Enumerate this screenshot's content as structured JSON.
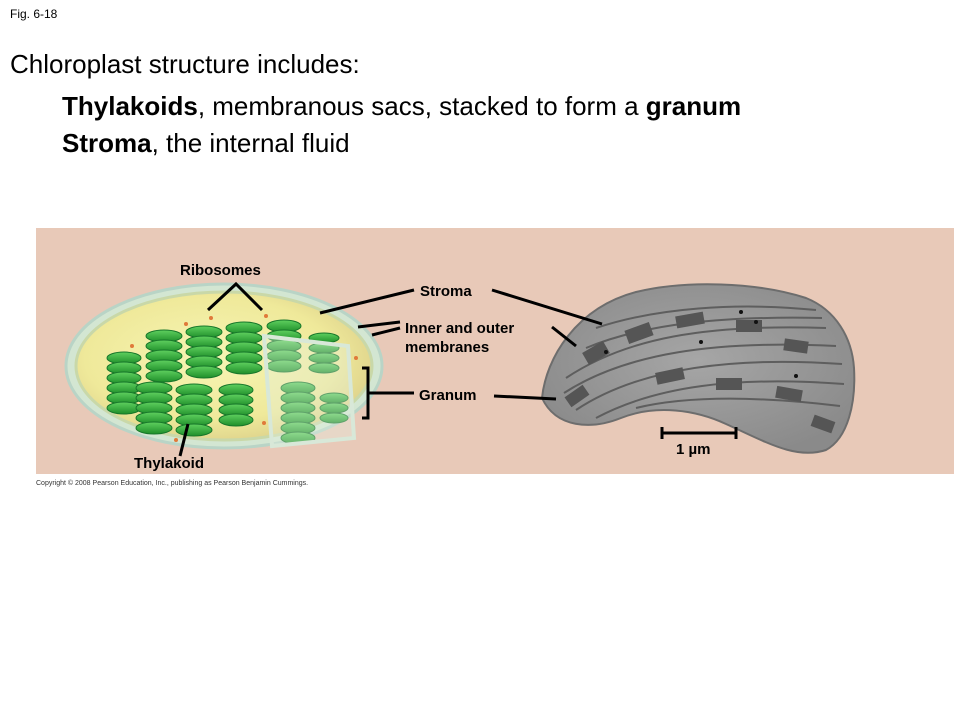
{
  "fig_label": "Fig. 6-18",
  "heading": "Chloroplast structure includes:",
  "line1": {
    "bold": "Thylakoids",
    "rest": ", membranous sacs, stacked to form a ",
    "bold2": "granum"
  },
  "line2": {
    "bold": "Stroma",
    "rest": ", the internal fluid"
  },
  "labels": {
    "ribosomes": "Ribosomes",
    "stroma": "Stroma",
    "membranes_line1": "Inner and outer",
    "membranes_line2": "membranes",
    "granum": "Granum",
    "thylakoid": "Thylakoid",
    "scale_bar": "1 µm"
  },
  "copyright": "Copyright © 2008 Pearson Education, Inc., publishing as Pearson Benjamin Cummings.",
  "colors": {
    "panel_bg": "#e8c9b8",
    "stroma": "#f1ef9f",
    "thylakoid_green": "#2ea82e",
    "micrograph_gray": "#9a9a9a"
  }
}
